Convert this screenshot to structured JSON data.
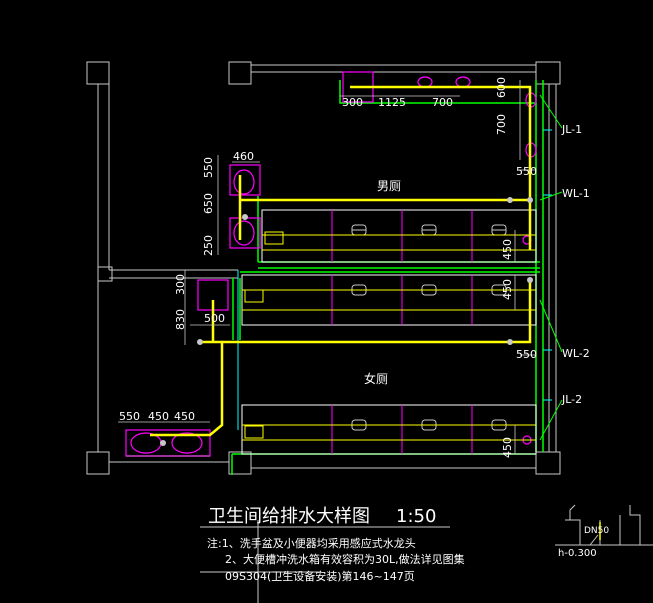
{
  "title": "卫生间给排水大样图",
  "scale": "1:50",
  "notes": {
    "line1": "注:1、洗手盆及小便器均采用感应式水龙头",
    "line2": "2、大便槽冲洗水箱有效容积为30L,做法详见图集",
    "line3": "09S304(卫生设备安装)第146~147页"
  },
  "rooms": {
    "men": "男厕",
    "women": "女厕"
  },
  "pipes": {
    "jl1": "JL-1",
    "wl1": "WL-1",
    "wl2": "WL-2",
    "jl2": "JL-2"
  },
  "dims": {
    "top_300": "300",
    "top_1125": "1125",
    "top_700": "700",
    "right_600": "600",
    "right_700": "700",
    "men_550": "550",
    "men_450": "450",
    "left_460": "460",
    "left_550": "550",
    "left_650": "650",
    "left_250": "250",
    "mid_300": "300",
    "mid_830": "830",
    "mid_500": "500",
    "women_top_450": "450",
    "women_550": "550",
    "women_bot_450": "450",
    "bot_550": "550",
    "bot_450a": "450",
    "bot_450b": "450"
  },
  "inset": {
    "dn": "DN50",
    "elev": "h-0.300"
  },
  "colors": {
    "supply": "#ffff00",
    "wall": "#ffffff",
    "fixture": "#ff00ff",
    "green": "#00ff00",
    "cyan": "#00ffff"
  }
}
